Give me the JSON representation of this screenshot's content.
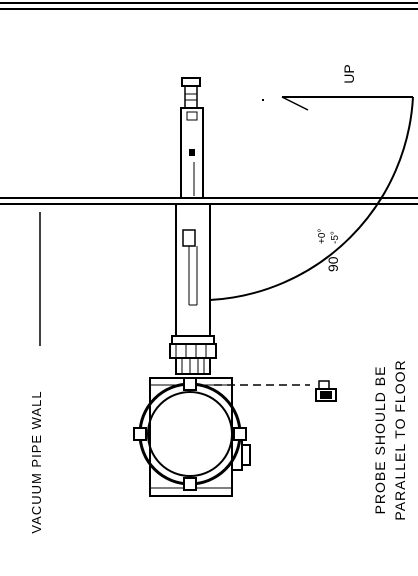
{
  "diagram": {
    "labels": {
      "up": "UP",
      "vacuum_pipe_wall": "VACUUM PIPE WALL",
      "angle_main": "90",
      "angle_tol_plus": "+0°",
      "angle_tol_minus": "-5°",
      "probe_note_line1": "PROBE SHOULD BE",
      "probe_note_line2": "PARALLEL TO FLOOR"
    },
    "colors": {
      "ink": "#000000",
      "paper": "#ffffff"
    }
  }
}
